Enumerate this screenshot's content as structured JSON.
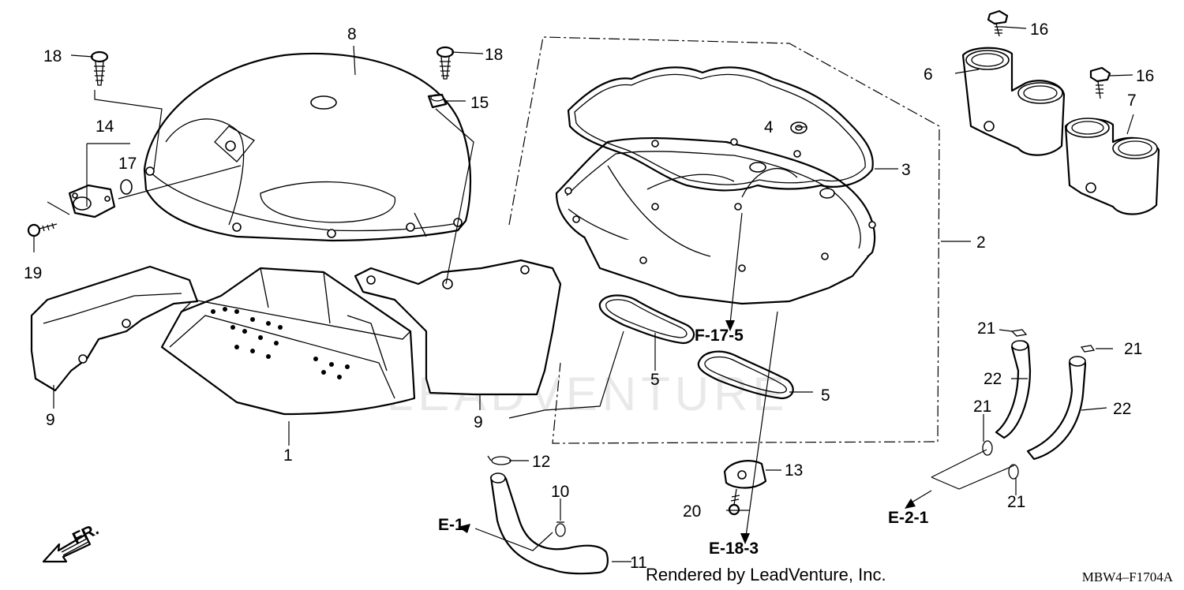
{
  "diagram": {
    "callouts": {
      "c1": "1",
      "c2": "2",
      "c3": "3",
      "c4": "4",
      "c5a": "5",
      "c5b": "5",
      "c6": "6",
      "c7": "7",
      "c8": "8",
      "c9a": "9",
      "c9b": "9",
      "c10": "10",
      "c11": "11",
      "c12": "12",
      "c13": "13",
      "c14": "14",
      "c15": "15",
      "c16a": "16",
      "c16b": "16",
      "c17": "17",
      "c18a": "18",
      "c18b": "18",
      "c19": "19",
      "c20": "20",
      "c21a": "21",
      "c21b": "21",
      "c21c": "21",
      "c21d": "21",
      "c22a": "22",
      "c22b": "22"
    },
    "references": {
      "f17_5": "F-17-5",
      "e1": "E-1",
      "e18_3": "E-18-3",
      "e2_1": "E-2-1"
    },
    "front_marker": "FR.",
    "watermark": "LEADVENTURE"
  },
  "footer": {
    "credit": "Rendered by LeadVenture, Inc.",
    "diagram_code": "MBW4–F1704A"
  }
}
